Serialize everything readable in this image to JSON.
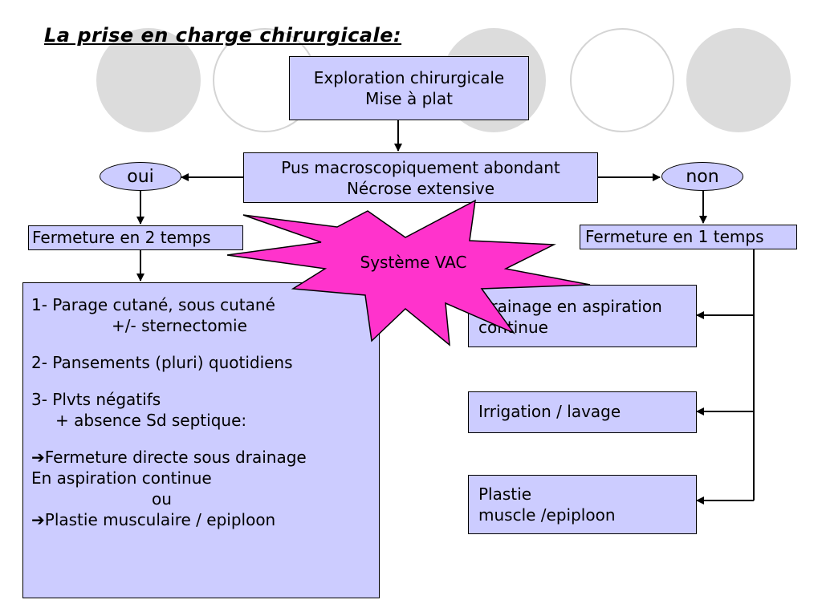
{
  "slide_title": "La prise en charge chirurgicale:",
  "colors": {
    "box_fill": "#ccccff",
    "star_fill": "#ff33cc",
    "deco_circle": "#dcdcdc"
  },
  "nodes": {
    "exploration": {
      "line1": "Exploration chirurgicale",
      "line2": "Mise à plat"
    },
    "pus": {
      "line1": "Pus macroscopiquement abondant",
      "line2": "Nécrose extensive"
    },
    "oui": "oui",
    "non": "non",
    "fermeture2": "Fermeture en 2 temps",
    "fermeture1": "Fermeture en 1 temps",
    "vac": "Système VAC",
    "steps": {
      "l1": "1- Parage cutané, sous cutané",
      "l2": "+/- sternectomie",
      "l3": "2- Pansements (pluri) quotidiens",
      "l4": "3- Plvts négatifs",
      "l5": "+ absence Sd septique:",
      "l6": "➔Fermeture directe sous drainage",
      "l7": "En aspiration continue",
      "l8": "ou",
      "l9": "➔Plastie musculaire / epiploon"
    },
    "drainage": {
      "line1": "Drainage en aspiration",
      "line2": "continue"
    },
    "irrigation": "Irrigation / lavage",
    "plastie": {
      "line1": "Plastie",
      "line2": "muscle /epiploon"
    }
  }
}
